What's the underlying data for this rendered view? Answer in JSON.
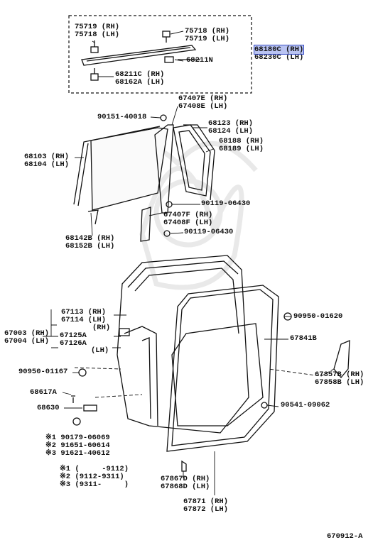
{
  "labels": {
    "p75719": [
      "75719 (RH)",
      "75718 (LH)"
    ],
    "p75718": [
      "75718 (RH)",
      "75719 (LH)"
    ],
    "p68180": [
      "68180C (RH)",
      "68230C (LH)"
    ],
    "p68211N": [
      "68211N"
    ],
    "p68211C": [
      "68211C (RH)",
      "68162A (LH)"
    ],
    "p67407E": [
      "67407E (RH)",
      "67408E (LH)"
    ],
    "p90151": [
      "90151-40018"
    ],
    "p68123": [
      "68123 (RH)",
      "68124 (LH)"
    ],
    "p68188": [
      "68188 (RH)",
      "68189 (LH)"
    ],
    "p68103": [
      "68103 (RH)",
      "68104 (LH)"
    ],
    "p90119a": [
      "90119-06430"
    ],
    "p67407F": [
      "67407F (RH)",
      "67408F (LH)"
    ],
    "p90119b": [
      "90119-06430"
    ],
    "p68142B": [
      "68142B (RH)",
      "68152B (LH)"
    ],
    "p67113": [
      "67113 (RH)",
      "67114 (LH)"
    ],
    "p67003": [
      "67003 (RH)",
      "67004 (LH)"
    ],
    "p67125A_rh": [
      "(RH)"
    ],
    "p67125A": [
      "67125A",
      "67126A"
    ],
    "p67125A_lh": [
      "(LH)"
    ],
    "p90950": [
      "90950-01620"
    ],
    "p67841B": [
      "67841B"
    ],
    "p90950_01167": [
      "90950-01167"
    ],
    "p67857B": [
      "67857B (RH)",
      "67858B (LH)"
    ],
    "p68617A": [
      "68617A"
    ],
    "p68630": [
      "68630"
    ],
    "p90541": [
      "90541-09062"
    ],
    "notes": [
      "※1 90179-06069",
      "※2 91651-60614",
      "※3 91621-40612"
    ],
    "dates": [
      "※1 (     -9112)",
      "※2 (9112-9311)",
      "※3 (9311-     )"
    ],
    "p67867D": [
      "67867D (RH)",
      "67868D (LH)"
    ],
    "p67871": [
      "67871 (RH)",
      "67872 (LH)"
    ],
    "figure_id": [
      "670912-A"
    ]
  },
  "colors": {
    "highlight": "#b9c3f2",
    "ink": "#111111",
    "watermark": "#e6e6e6"
  }
}
